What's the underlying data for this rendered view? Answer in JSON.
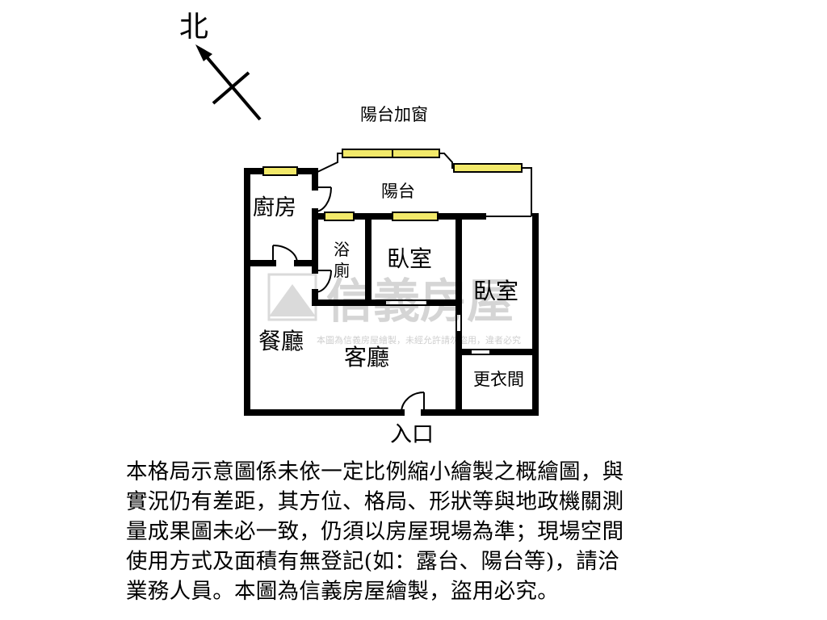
{
  "compass": {
    "label": "北"
  },
  "rooms": {
    "balcony_window": "陽台加窗",
    "balcony": "陽台",
    "kitchen": "廚房",
    "bathroom_line1": "浴",
    "bathroom_line2": "廁",
    "bedroom_1": "臥室",
    "bedroom_2": "臥室",
    "dining": "餐廳",
    "living": "客廳",
    "closet": "更衣間",
    "entrance": "入口"
  },
  "watermark": {
    "brand": "信義房屋",
    "notice": "本圖為信義房屋繪製，未經允許請勿盜用，違者必究"
  },
  "disclaimer": {
    "lines": [
      "本格局示意圖係未依一定比例縮小繪製之概繪圖，與",
      "實況仍有差距，其方位、格局、形狀等與地政機關測",
      "量成果圖未必一致，仍須以房屋現場為準；現場空間",
      "使用方式及面積有無登記(如：露台、陽台等)，請洽",
      "業務人員。本圖為信義房屋繪製，盜用必究。"
    ]
  },
  "colors": {
    "wall": "#000000",
    "window_fill": "#f2e96a",
    "watermark": "#c8c8c8"
  }
}
